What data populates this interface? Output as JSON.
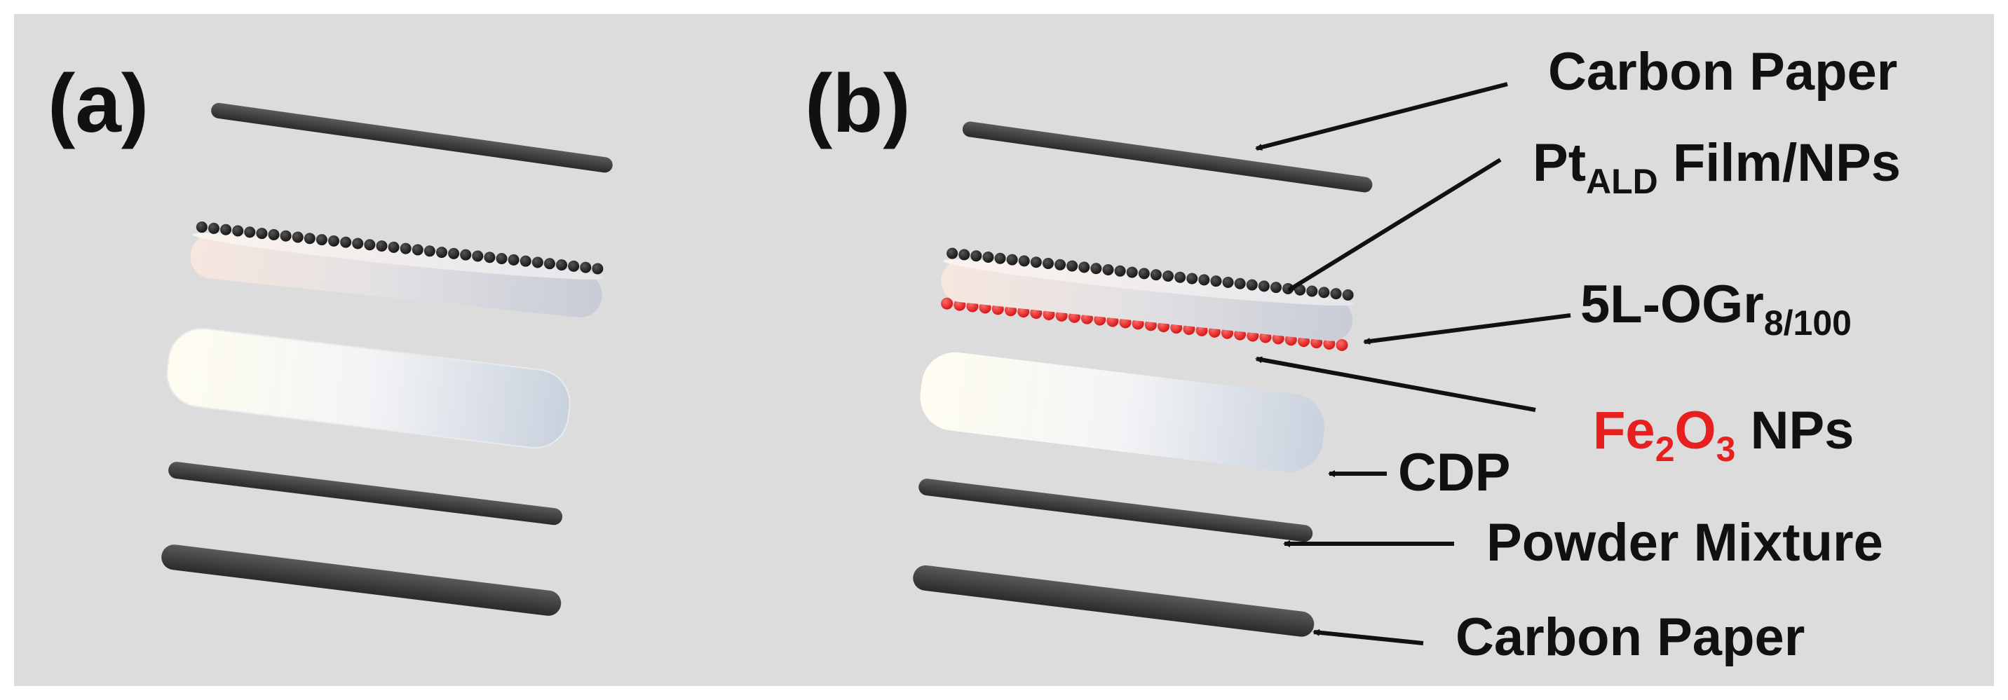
{
  "panels": {
    "a": "(a)",
    "b": "(b)"
  },
  "labels": {
    "carbon_paper_top": "Carbon Paper",
    "pt_main": "Pt",
    "pt_sub": "ALD",
    "pt_rest": " Film/NPs",
    "ogr_main": "5L-OGr",
    "ogr_sub": "8/100",
    "fe_main1": "Fe",
    "fe_sub1": "2",
    "fe_main2": "O",
    "fe_sub2": "3",
    "fe_rest": " NPs",
    "cdp": "CDP",
    "powder": "Powder Mixture",
    "carbon_paper_bottom": "Carbon Paper"
  },
  "colors": {
    "background": "#dcdcdc",
    "carbon_paper": "#3a3a3a",
    "pt_dots": "#1e1e1e",
    "fe2o3_dots": "#e81f1f",
    "fe2o3_text": "#e81f1f",
    "disk_light": "#f2f2f2"
  }
}
